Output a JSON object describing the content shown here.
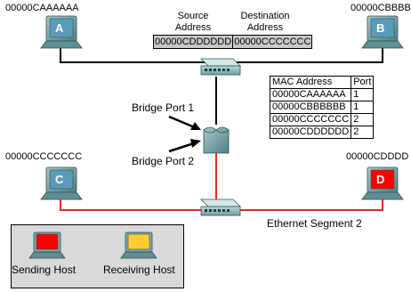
{
  "hosts": {
    "a": {
      "letter": "A",
      "mac": "00000CAAAAAA"
    },
    "b": {
      "letter": "B",
      "mac": "00000CBBBB"
    },
    "c": {
      "letter": "C",
      "mac": "00000CCCCCCC"
    },
    "d": {
      "letter": "D",
      "mac": "00000CDDDD"
    }
  },
  "frame": {
    "source_header": "Source\nAddress",
    "dest_header": "Destination\nAddress",
    "source_value": "00000CDDDDDD",
    "dest_value": "00000CCCCCCC"
  },
  "mac_table": {
    "headers": [
      "MAC Address",
      "Port"
    ],
    "rows": [
      [
        "00000CAAAAAA",
        "1"
      ],
      [
        "00000CBBBBBB",
        "1"
      ],
      [
        "00000CCCCCCC",
        "2"
      ],
      [
        "00000CDDDDDD",
        "2"
      ]
    ]
  },
  "bridge": {
    "port1_label": "Bridge Port 1",
    "port2_label": "Bridge Port 2"
  },
  "segment2_label": "Ethernet Segment 2",
  "legend": {
    "sending": "Sending Host",
    "receiving": "Receiving Host"
  },
  "colors": {
    "segment1_line": "#000000",
    "segment2_line": "#e8262a",
    "host_screen": "#5b9bb9",
    "sending_screen": "#ff0000",
    "receiving_screen": "#ffcc33",
    "device_teal": "#6f9fa3",
    "legend_bg": "#d9d9d9"
  }
}
